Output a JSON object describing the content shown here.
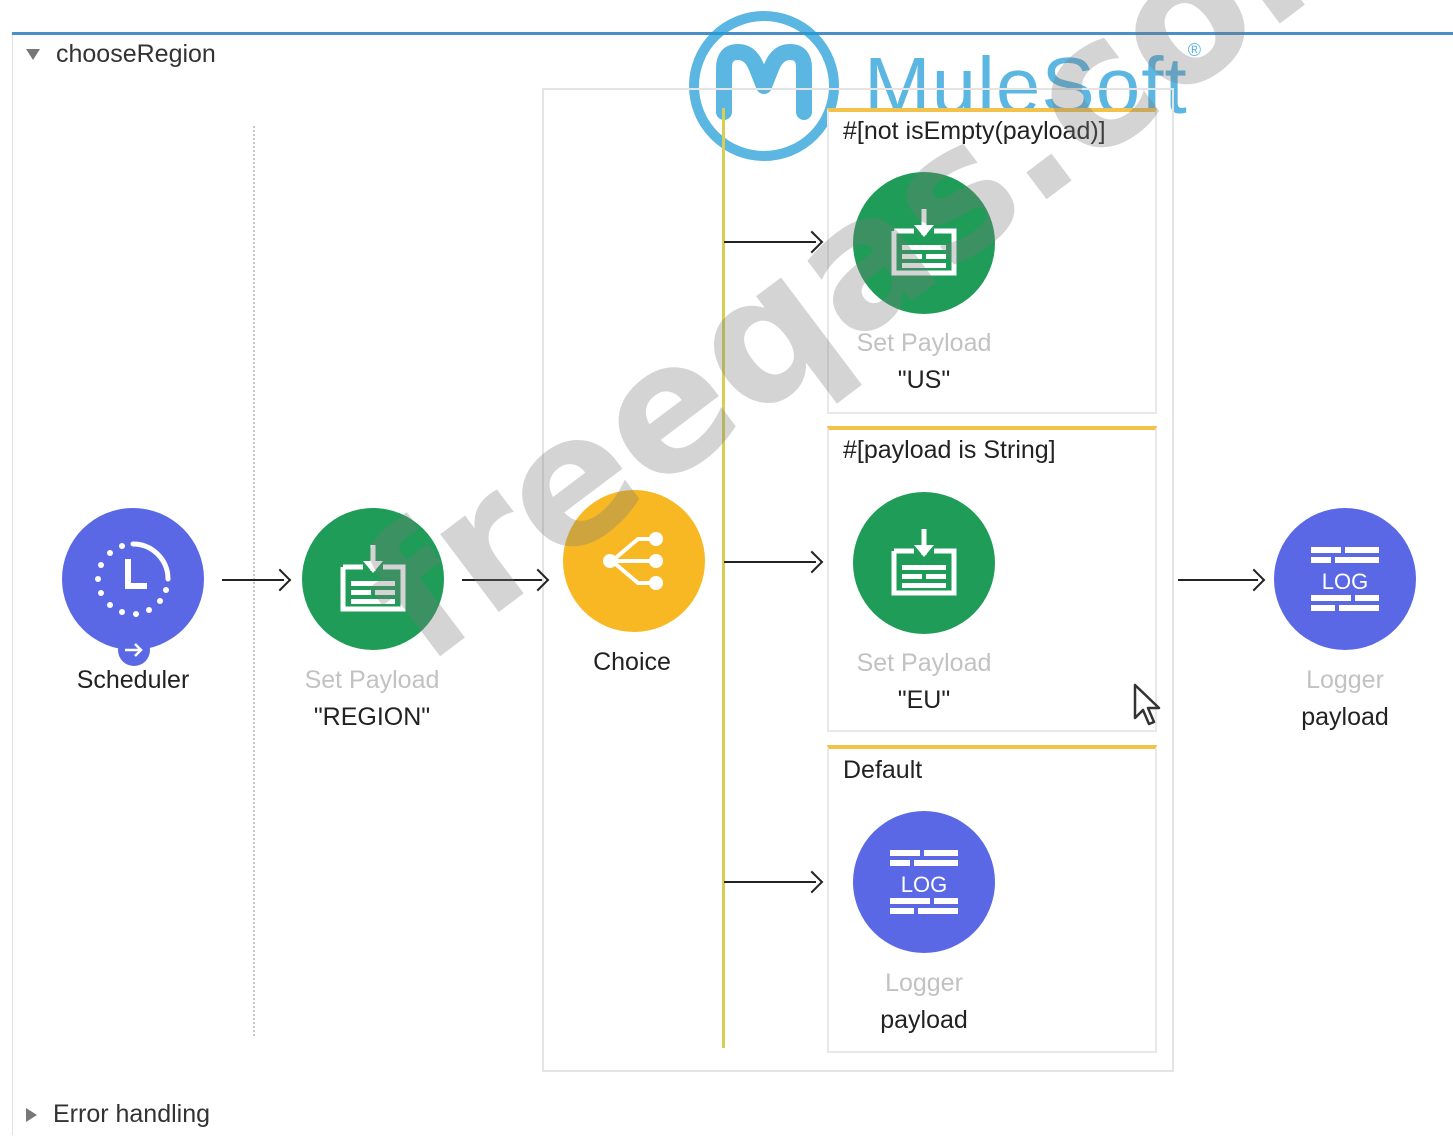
{
  "flow": {
    "name": "chooseRegion",
    "error_handling_label": "Error handling"
  },
  "nodes": {
    "scheduler": {
      "title": "Scheduler",
      "color": "#5b68e6",
      "icon": "clock-icon"
    },
    "set_payload_region": {
      "type_label": "Set Payload",
      "value": "\"REGION\"",
      "color": "#1f9c57",
      "icon": "set-payload-icon"
    },
    "choice": {
      "title": "Choice",
      "color": "#f7b824",
      "icon": "choice-router-icon"
    },
    "logger_end": {
      "type_label": "Logger",
      "value": "payload",
      "color": "#5b68e6",
      "icon": "log-icon"
    }
  },
  "routes": [
    {
      "condition": "#[not isEmpty(payload)]",
      "type_label": "Set Payload",
      "value": "\"US\"",
      "icon": "set-payload-icon"
    },
    {
      "condition": "#[payload is String]",
      "type_label": "Set Payload",
      "value": "\"EU\"",
      "icon": "set-payload-icon"
    },
    {
      "condition": "Default",
      "type_label": "Logger",
      "value": "payload",
      "icon": "log-icon"
    }
  ],
  "icon_text": {
    "log": "LOG"
  },
  "logo": {
    "text": "MuleSoft",
    "mark": "®"
  },
  "watermark": {
    "text": "freeqas.com"
  },
  "colors": {
    "accent_rule": "#4a90c8",
    "route_header": "#f2c24a",
    "route_spine": "#d6cf52"
  }
}
